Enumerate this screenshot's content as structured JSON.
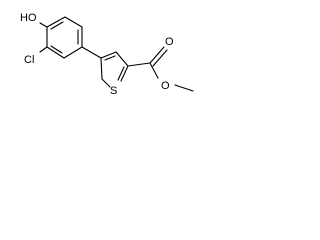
{
  "molecule": {
    "atoms": {
      "hydroxyl": "HO",
      "chlorine": "Cl",
      "sulfur": "S",
      "carbonyl_oxygen": "O",
      "ester_oxygen": "O"
    }
  },
  "colors": {
    "bond": "#000000",
    "label": "#000000",
    "background": "#ffffff"
  }
}
